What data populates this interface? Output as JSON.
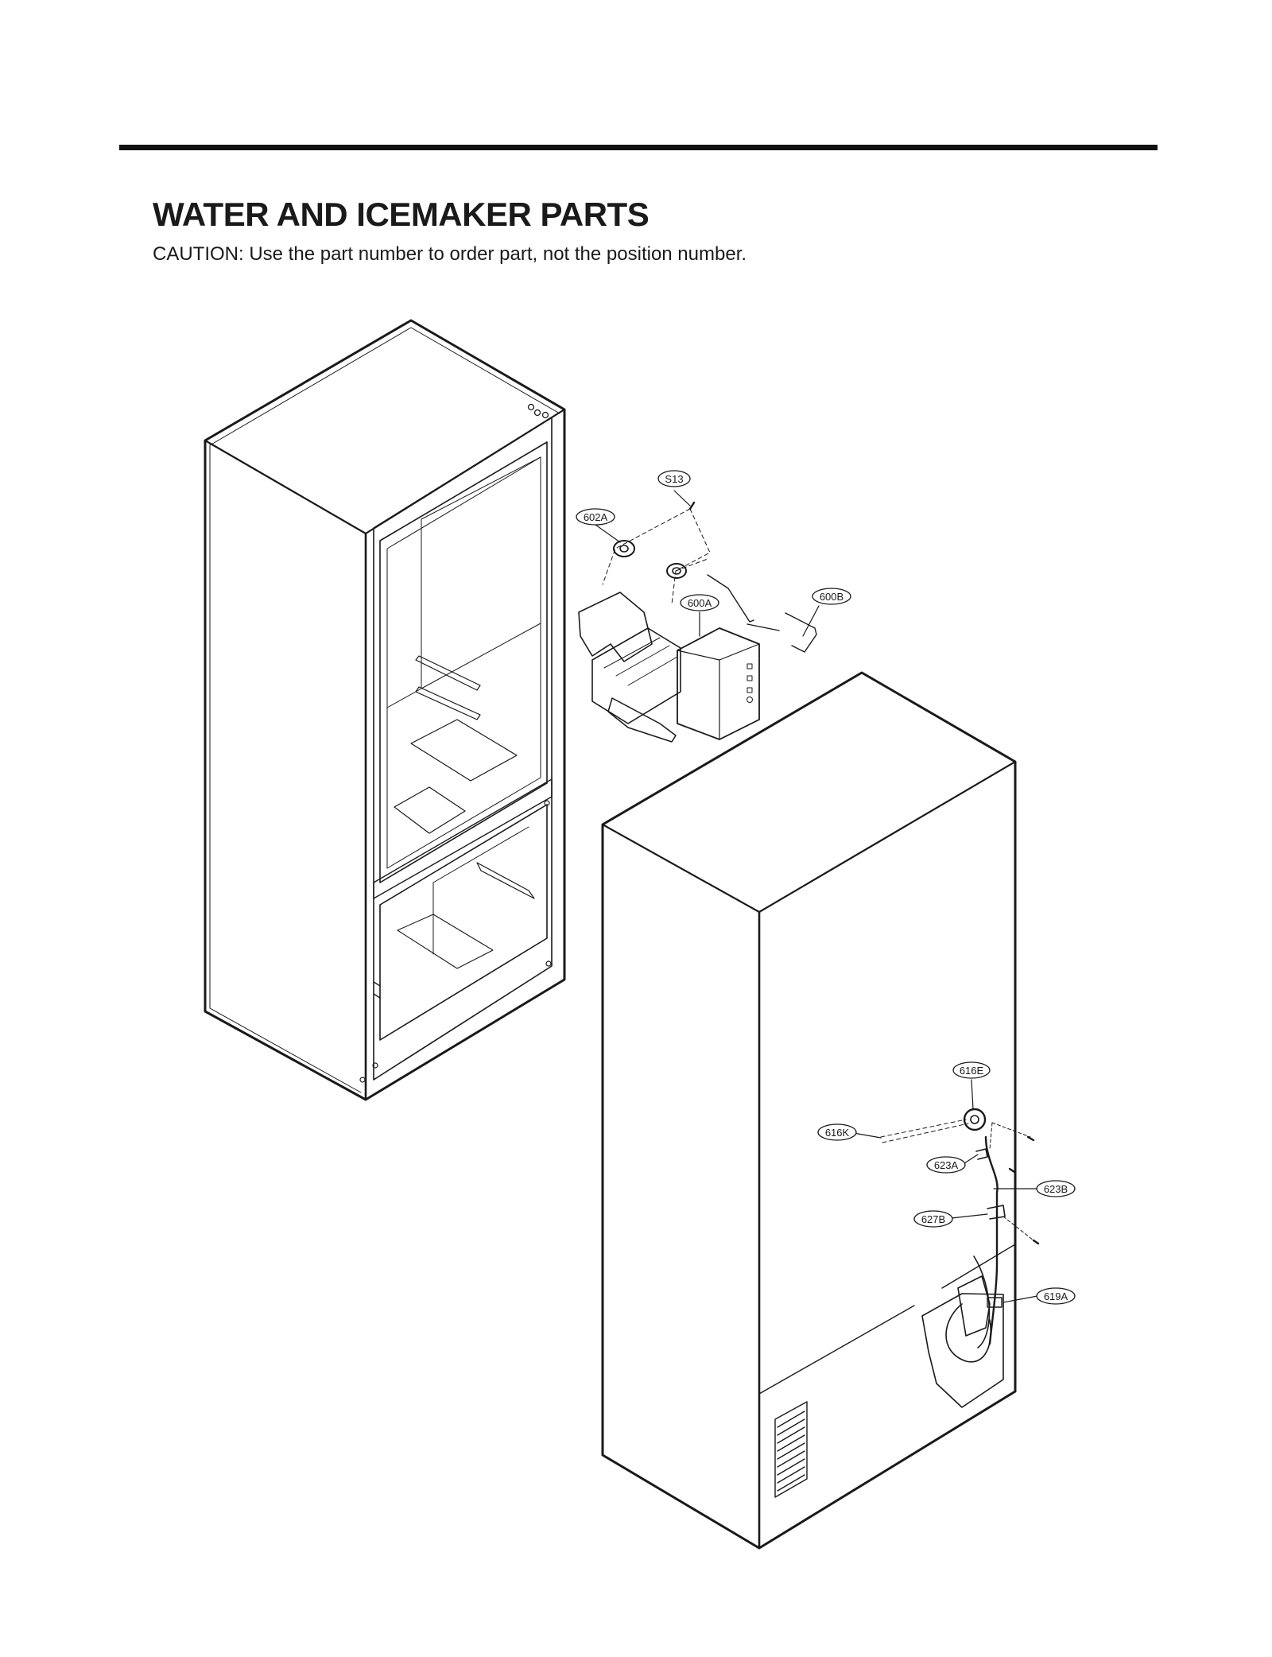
{
  "page": {
    "title": "WATER AND ICEMAKER PARTS",
    "caution": "CAUTION: Use the part number to order part, not the position number."
  },
  "callouts": {
    "s13": "S13",
    "p602a": "602A",
    "p600a": "600A",
    "p600b": "600B",
    "p616e": "616E",
    "p616k": "616K",
    "p623a": "623A",
    "p623b": "623B",
    "p627b": "627B",
    "p619a": "619A"
  }
}
